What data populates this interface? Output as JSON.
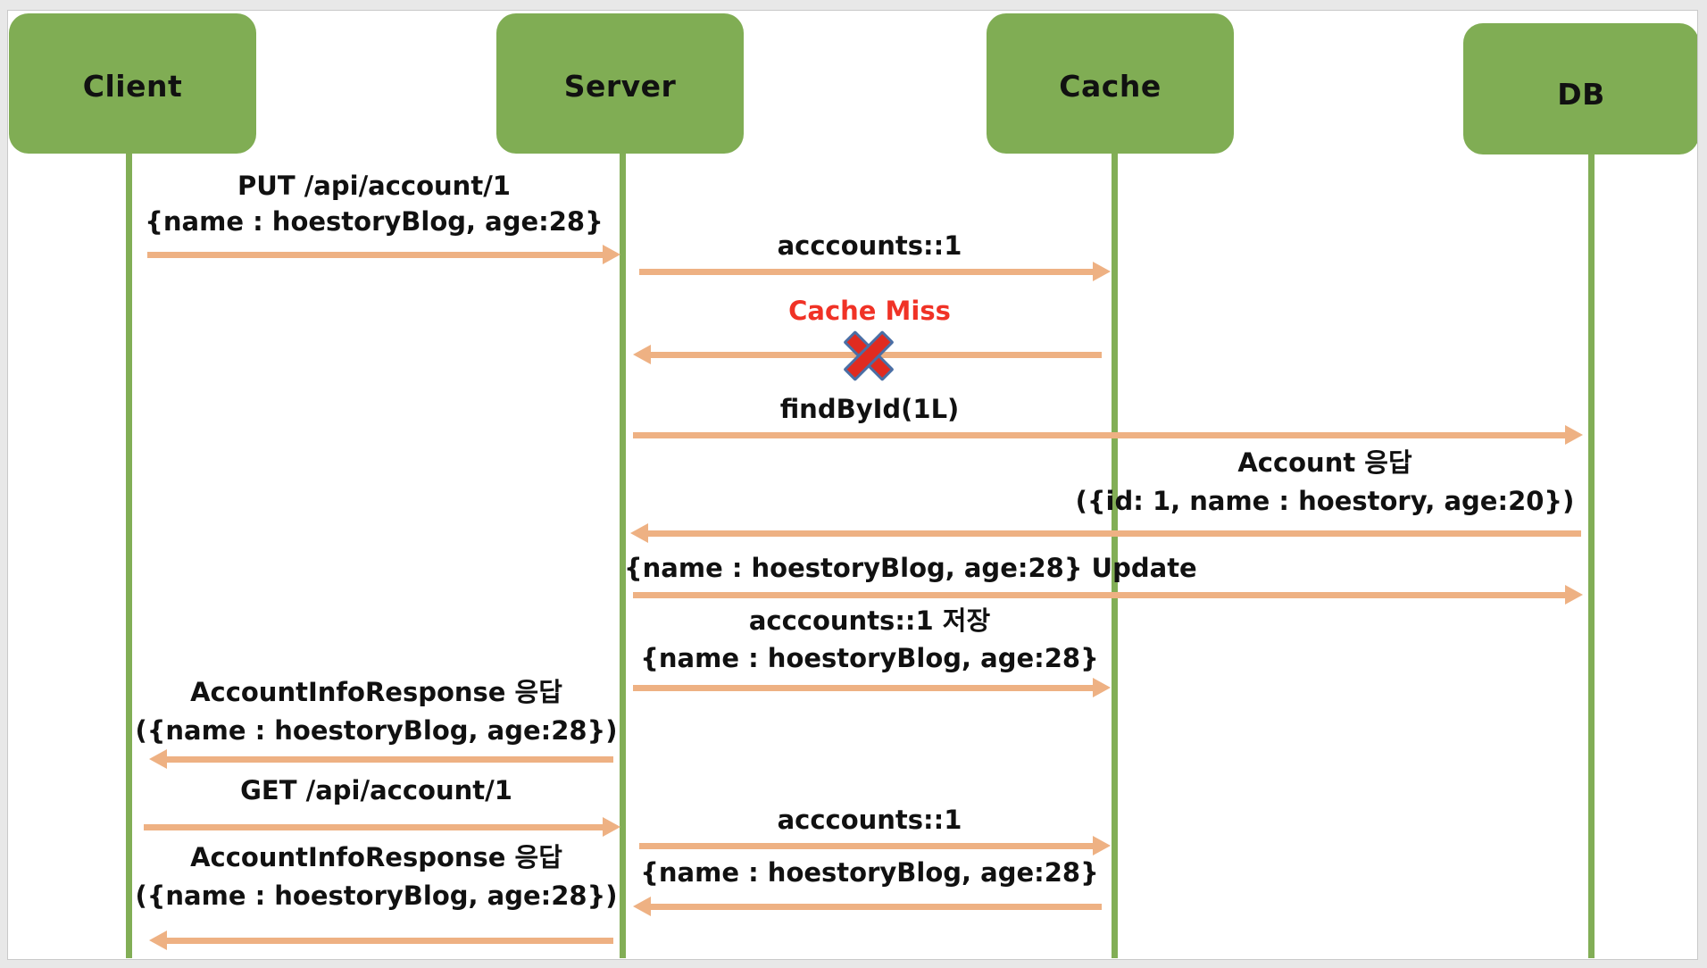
{
  "diagram": {
    "title": "Cache Aside Write/Read Sequence",
    "colors": {
      "participant_fill": "#80ad54",
      "lifeline": "#82ae56",
      "message_arrow": "#eeb183",
      "accent_text": "#f03226",
      "x_marker_fill": "#e02b20",
      "x_marker_stroke": "#4a6fa5",
      "canvas": "#ffffff",
      "frame": "#e8e8e8"
    },
    "participants": [
      {
        "id": "client",
        "label": "Client"
      },
      {
        "id": "server",
        "label": "Server"
      },
      {
        "id": "cache",
        "label": "Cache"
      },
      {
        "id": "db",
        "label": "DB"
      }
    ],
    "messages": [
      {
        "id": "m1",
        "from": "client",
        "to": "server",
        "direction": "right",
        "lines": [
          "PUT /api/account/1",
          "{name : hoestoryBlog, age:28}"
        ]
      },
      {
        "id": "m2",
        "from": "server",
        "to": "cache",
        "direction": "right",
        "lines": [
          "acccounts::1"
        ]
      },
      {
        "id": "m3",
        "from": "cache",
        "to": "server",
        "direction": "left",
        "lines": [
          "Cache Miss"
        ],
        "accent": true,
        "marker": "x-cross"
      },
      {
        "id": "m4",
        "from": "server",
        "to": "db",
        "direction": "right",
        "lines": [
          "findById(1L)"
        ]
      },
      {
        "id": "m5",
        "from": "db",
        "to": "server",
        "direction": "left",
        "lines": [
          "Account 응답",
          "({id: 1, name : hoestory, age:20})"
        ]
      },
      {
        "id": "m6",
        "from": "server",
        "to": "db",
        "direction": "right",
        "lines": [
          "{name : hoestoryBlog, age:28} Update"
        ]
      },
      {
        "id": "m7",
        "from": "server",
        "to": "cache",
        "direction": "right",
        "lines": [
          "acccounts::1 저장",
          "{name : hoestoryBlog, age:28}"
        ]
      },
      {
        "id": "m8",
        "from": "server",
        "to": "client",
        "direction": "left",
        "lines": [
          "AccountInfoResponse 응답",
          "({name : hoestoryBlog, age:28})"
        ]
      },
      {
        "id": "m9",
        "from": "client",
        "to": "server",
        "direction": "right",
        "lines": [
          "GET /api/account/1"
        ]
      },
      {
        "id": "m10",
        "from": "server",
        "to": "cache",
        "direction": "right",
        "lines": [
          "acccounts::1"
        ]
      },
      {
        "id": "m11",
        "from": "cache",
        "to": "server",
        "direction": "left",
        "lines": [
          "{name : hoestoryBlog, age:28}"
        ]
      },
      {
        "id": "m12",
        "from": "server",
        "to": "client",
        "direction": "left",
        "lines": [
          "AccountInfoResponse 응답",
          "({name : hoestoryBlog, age:28})"
        ]
      }
    ]
  }
}
